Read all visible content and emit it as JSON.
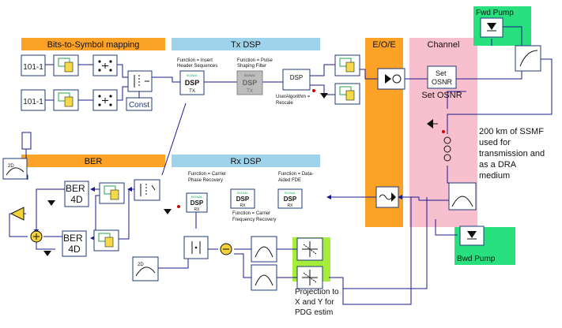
{
  "regions": {
    "bits_to_symbol": "Bits-to-Symbol mapping",
    "tx_dsp": "Tx DSP",
    "eoe": "E/O/E",
    "channel": "Channel",
    "ber": "BER",
    "rx_dsp": "Rx DSP",
    "fwd_pump": "Fwd Pump",
    "bwd_pump": "Bwd Pump",
    "projection": "Projection to X and Y for PDG estim"
  },
  "projection_lines": [
    "Projection to",
    "X and Y for",
    "PDG estim"
  ],
  "blocks": {
    "source_label": "101-1",
    "const_label": "Const",
    "dsp_label": "DSP",
    "tx_sub": "TX",
    "rx_sub": "RX",
    "signal_label": "SIGNAL",
    "set_osnr_block": [
      "Set",
      "OSNR"
    ],
    "set_osnr_label": "Set OSNR",
    "ber4d": [
      "BER",
      "4D"
    ],
    "plot_2d": "2D"
  },
  "annotations": {
    "tx_func1": [
      "Function = Insert",
      "Header Sequences"
    ],
    "tx_func2": [
      "Function = Pulse",
      "Shaping Filter"
    ],
    "tx_func3": [
      "UserAlgorithm =",
      "Rescale"
    ],
    "rx_func1": [
      "Function = Carrier",
      "Phase Recovery"
    ],
    "rx_func2": [
      "Function = Carrier",
      "Frequency Recovery"
    ],
    "rx_func3": [
      "Function = Data-",
      "Aided FDE"
    ],
    "ssmf": [
      "200 km of SSMF",
      "used for",
      "transmission and",
      "as a DRA",
      "medium"
    ]
  },
  "colors": {
    "orange": "#fba227",
    "blue": "#9fd3ec",
    "pink": "#f8c0cf",
    "green": "#29e07e",
    "lime": "#a6ee3a",
    "wire": "#1a1a8c",
    "block_border": "#1f3a78",
    "amplifier": "#f3d23a"
  }
}
